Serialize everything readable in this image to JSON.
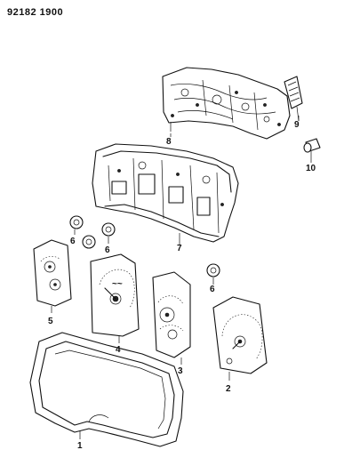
{
  "diagram": {
    "code": "92182 1900",
    "callouts": {
      "c1": "1",
      "c2": "2",
      "c3": "3",
      "c4": "4",
      "c5": "5",
      "c6a": "6",
      "c6b": "6",
      "c6c": "6",
      "c7": "7",
      "c8": "8",
      "c9": "9",
      "c10": "10"
    }
  }
}
